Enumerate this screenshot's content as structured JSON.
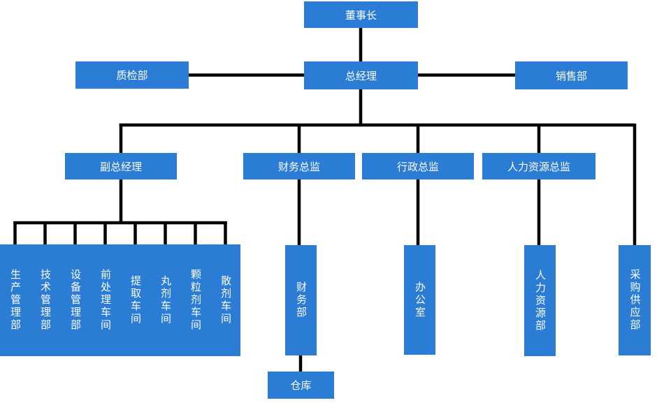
{
  "org": {
    "chairman": "董事长",
    "general_manager": "总经理",
    "quality_dept": "质检部",
    "sales_dept": "销售部",
    "deputy_gm": "副总经理",
    "finance_director": "财务总监",
    "admin_director": "行政总监",
    "hr_director": "人力资源总监",
    "production_units": [
      "生产管理部",
      "技术管理部",
      "设备管理部",
      "前处理车间",
      "提取车间",
      "丸剂车间",
      "颗粒剂车间",
      "散剂车间"
    ],
    "finance_dept": "财务部",
    "office": "办公室",
    "hr_dept": "人力资源部",
    "purchasing_dept": "采购供应部",
    "warehouse": "仓库"
  },
  "colors": {
    "node_fill": "#2b7cd5",
    "node_text": "#ffffff",
    "line": "#000000",
    "background": "#ffffff"
  }
}
